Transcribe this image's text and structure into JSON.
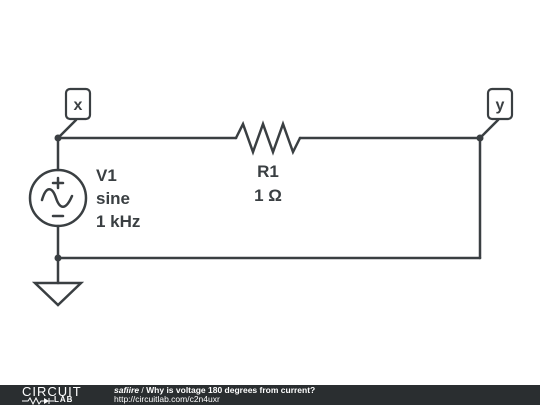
{
  "components": {
    "source": {
      "name": "V1",
      "type": "sine",
      "freq": "1 kHz"
    },
    "resistor": {
      "name": "R1",
      "value": "1 Ω"
    },
    "probe_x": "x",
    "probe_y": "y"
  },
  "footer": {
    "brand_top": "CIRCUIT",
    "brand_bottom": "LAB",
    "author": "safiire",
    "separator": " / ",
    "title": "Why is voltage 180 degrees from current?",
    "url": "http://circuitlab.com/c2n4uxr"
  },
  "colors": {
    "wire": "#3a3f42",
    "footer_bg": "#2a2e30"
  }
}
